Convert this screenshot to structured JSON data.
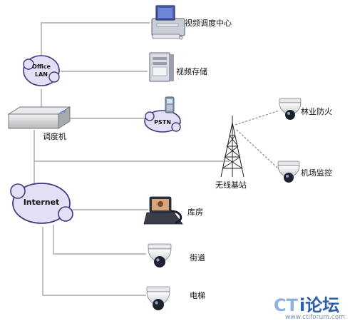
{
  "clouds": {
    "office_lan": [
      "Office",
      "LAN"
    ],
    "pstn": "PSTN",
    "internet": "Internet"
  },
  "labels": {
    "video_center": "视频调度中心",
    "video_storage": "视频存储",
    "dispatcher": "调度机",
    "forest_fire": "林业防火",
    "airport_monitor": "机场监控",
    "base_station": "无线基站",
    "warehouse": "库房",
    "street": "街道",
    "elevator": "电梯"
  },
  "watermark": {
    "logo_a": "CT",
    "logo_b": "i论坛",
    "url": "www.ctiforum.com"
  },
  "colors": {
    "line": "#a9a9a9",
    "cloud_fill": "#e3e0f6",
    "cloud_stroke": "#3e3a80",
    "logo_blue": "#2c5faa",
    "logo_light": "#8fb3e0"
  }
}
